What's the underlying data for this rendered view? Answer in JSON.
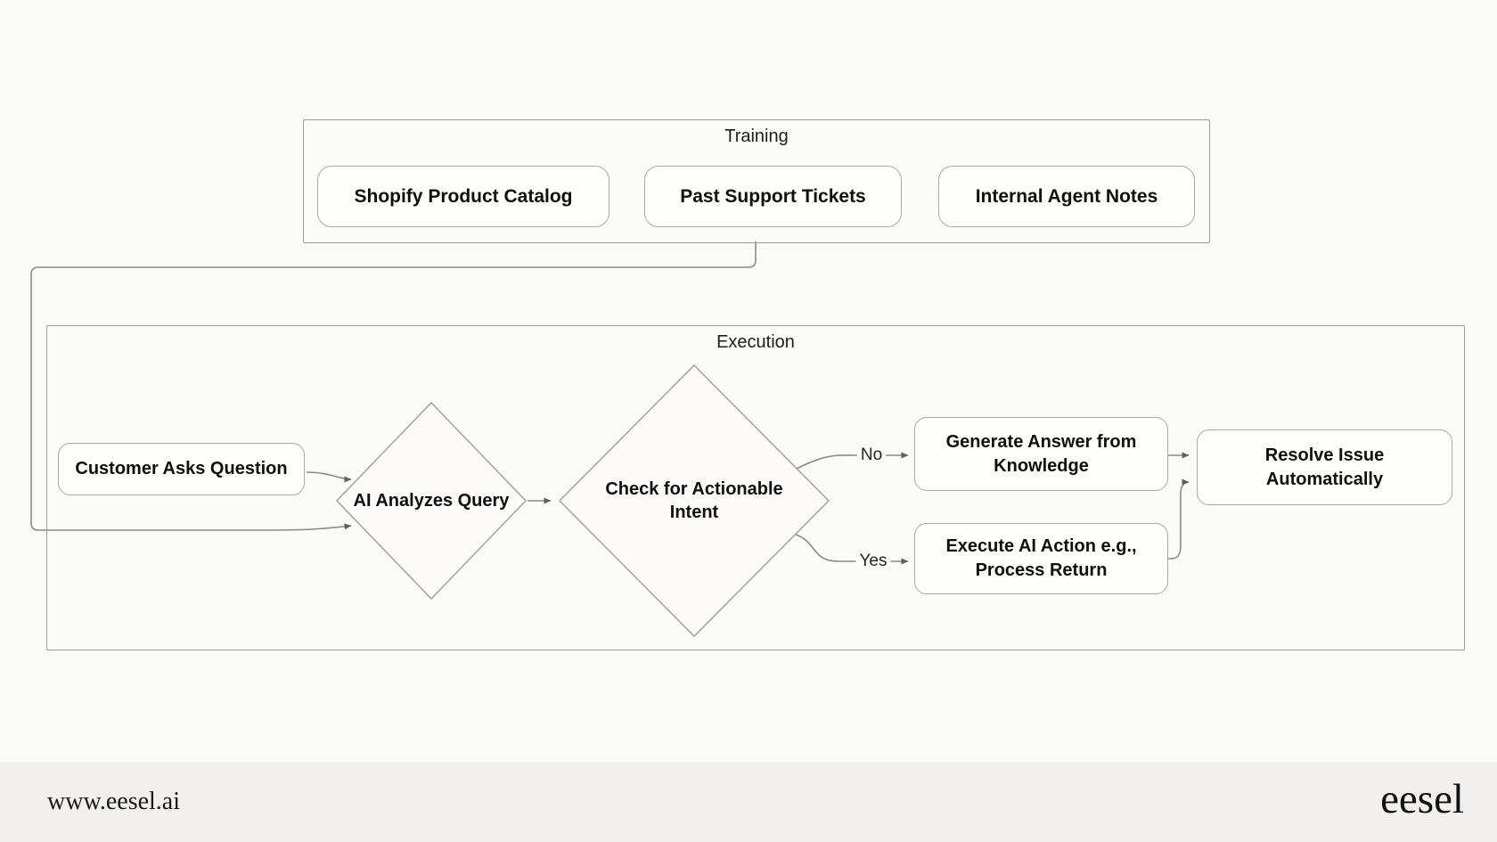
{
  "colors": {
    "background": "#fafaf8",
    "footer_background": "#f1f0ee",
    "container_border": "#9b9b9b",
    "node_border": "#a9a9a9",
    "node_fill": "#fdfdfb",
    "wire": "#8a8a8a",
    "arrowhead": "#5f5f5f",
    "text": "#141414"
  },
  "training": {
    "title": "Training",
    "items": [
      {
        "label": "Shopify Product Catalog"
      },
      {
        "label": "Past Support Tickets"
      },
      {
        "label": "Internal Agent Notes"
      }
    ]
  },
  "execution": {
    "title": "Execution",
    "nodes": {
      "customer": {
        "label": "Customer Asks Question"
      },
      "analyze": {
        "label": "AI Analyzes Query"
      },
      "check": {
        "label": "Check for Actionable Intent"
      },
      "generate": {
        "label": "Generate Answer from Knowledge"
      },
      "execute": {
        "label": "Execute AI Action e.g., Process Return"
      },
      "resolve": {
        "label": "Resolve Issue Automatically"
      }
    },
    "edges": {
      "no": "No",
      "yes": "Yes"
    }
  },
  "footer": {
    "website": "www.eesel.ai",
    "logo": "eesel"
  }
}
